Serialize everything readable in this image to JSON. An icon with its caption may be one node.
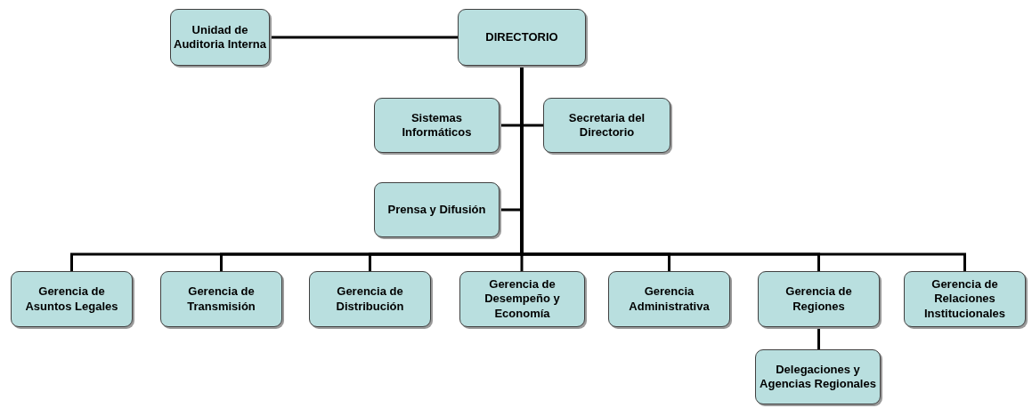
{
  "diagram": {
    "nodes": [
      {
        "text": [
          "Unidad de Auditoria Interna"
        ]
      },
      {
        "text": [
          "DIRECTORIO"
        ]
      },
      {
        "text": [
          "Sistemas Informáticos"
        ]
      },
      {
        "text": [
          "Secretaria del Directorio"
        ]
      },
      {
        "text": [
          "Prensa y Difusión"
        ]
      },
      {
        "text": [
          "Gerencia de Asuntos Legales"
        ]
      },
      {
        "text": [
          "Gerencia de Transmisión"
        ]
      },
      {
        "text": [
          "Gerencia de Distribución"
        ]
      },
      {
        "text": [
          "Gerencia de Desempeño y Economía"
        ]
      },
      {
        "text": [
          "Gerencia Administrativa"
        ]
      },
      {
        "text": [
          "Gerencia de Regiones"
        ]
      },
      {
        "text": [
          "Gerencia de Relaciones Institucionales"
        ]
      },
      {
        "text": [
          "Delegaciones y Agencias Regionales"
        ]
      }
    ],
    "edges": [
      {
        "from": 0,
        "to": 1,
        "arrow": "none"
      },
      {
        "from": 1,
        "to": 2,
        "arrow": "none"
      },
      {
        "from": 1,
        "to": 3,
        "arrow": "none"
      },
      {
        "from": 1,
        "to": 4,
        "arrow": "none"
      },
      {
        "from": 1,
        "to": 5,
        "arrow": "none"
      },
      {
        "from": 1,
        "to": 6,
        "arrow": "none"
      },
      {
        "from": 1,
        "to": 7,
        "arrow": "none"
      },
      {
        "from": 1,
        "to": 8,
        "arrow": "none"
      },
      {
        "from": 1,
        "to": 9,
        "arrow": "none"
      },
      {
        "from": 1,
        "to": 10,
        "arrow": "none"
      },
      {
        "from": 1,
        "to": 11,
        "arrow": "none"
      },
      {
        "from": 10,
        "to": 12,
        "arrow": "none"
      }
    ]
  }
}
